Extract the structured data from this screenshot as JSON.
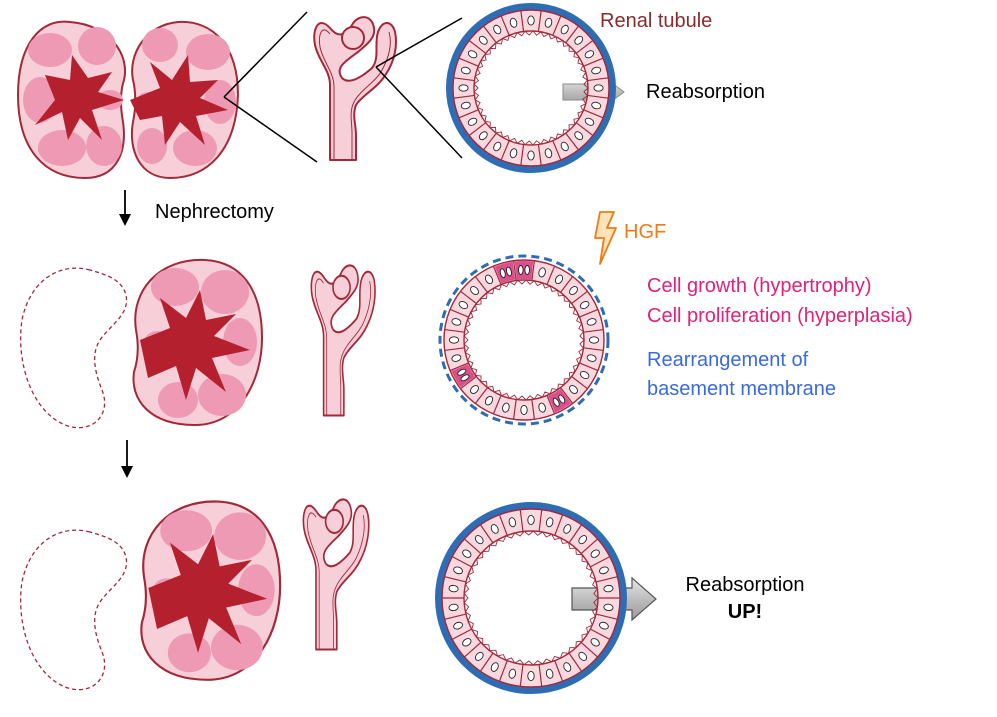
{
  "labels": {
    "renal_tubule": "Renal tubule",
    "reabsorption": "Reabsorption",
    "nephrectomy": "Nephrectomy",
    "hgf": "HGF",
    "cell_growth": "Cell growth (hypertrophy)",
    "cell_proliferation": "Cell proliferation (hyperplasia)",
    "rearrangement_line1": "Rearrangement of",
    "rearrangement_line2": "basement membrane",
    "reabsorption_up_line1": "Reabsorption",
    "reabsorption_up_line2": "UP!"
  },
  "colors": {
    "outline": "#a3283a",
    "kidney_fill": "#f7cfd8",
    "lobe_fill": "#ee9ab4",
    "medulla_fill": "#b5202e",
    "membrane_blue": "#2e6db4",
    "cell_fill": "#f9d9df",
    "dividing_cell_fill": "#d9508a",
    "arrow_gray": "#b8b8b8",
    "renal_tubule_text": "#8a2a2a",
    "hgf_orange": "#f07a14",
    "magenta_text": "#e0227a",
    "blue_text": "#3a6ae0"
  },
  "rings": [
    {
      "name": "tubule-cross-section-normal",
      "membrane": "solid",
      "dividing_cells": []
    },
    {
      "name": "tubule-cross-section-regenerating",
      "membrane": "dashed",
      "dividing_cells": [
        0,
        10,
        16,
        23
      ]
    },
    {
      "name": "tubule-cross-section-enlarged",
      "membrane": "solid",
      "dividing_cells": []
    }
  ]
}
